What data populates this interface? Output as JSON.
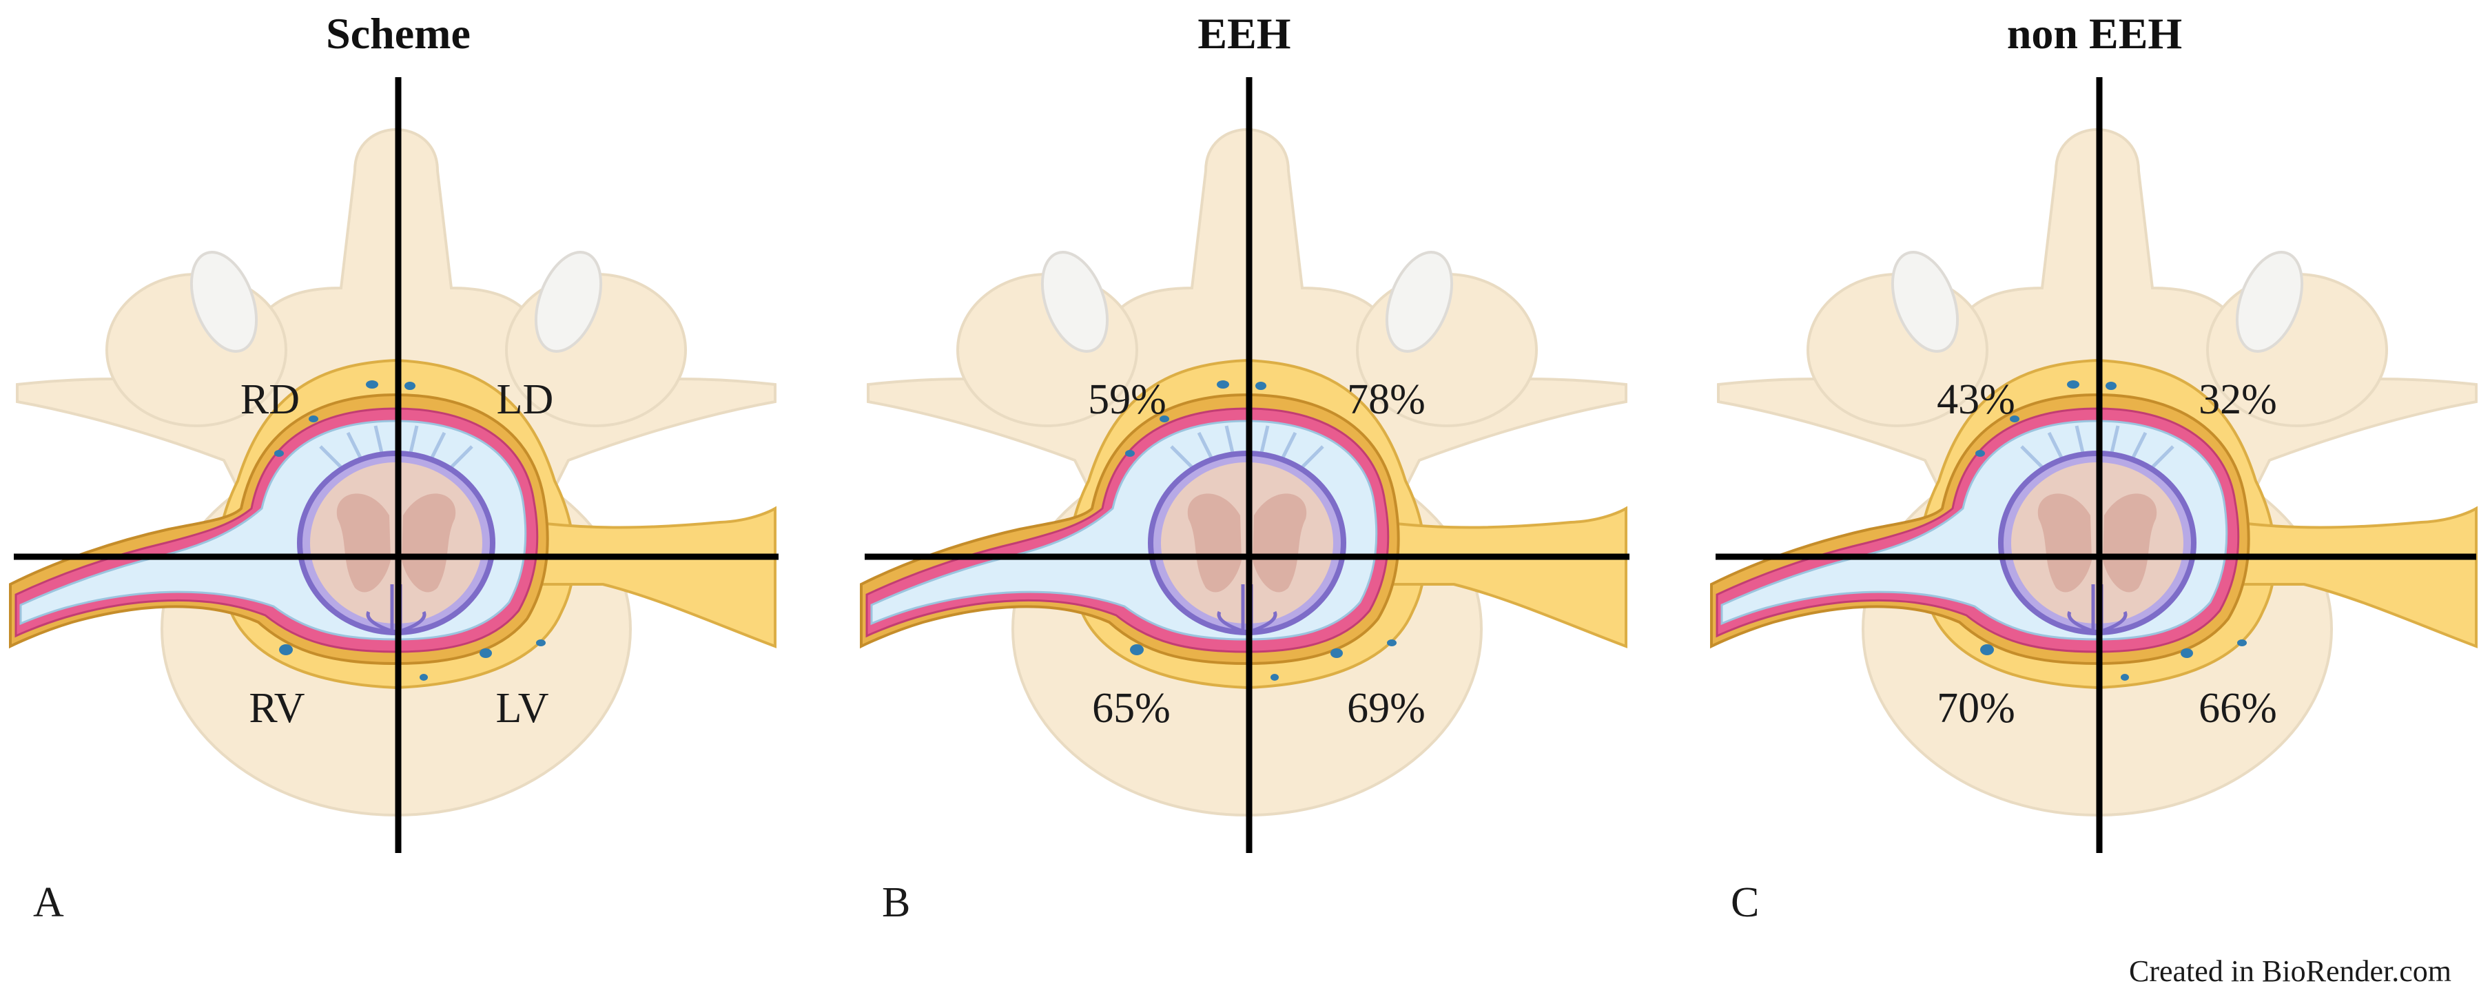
{
  "panels": [
    {
      "title": "Scheme",
      "letter": "A",
      "quadrants": {
        "right_dorsal": "RD",
        "left_dorsal": "LD",
        "right_ventral": "RV",
        "left_ventral": "LV"
      }
    },
    {
      "title": "EEH",
      "letter": "B",
      "quadrants": {
        "right_dorsal": "59%",
        "left_dorsal": "78%",
        "right_ventral": "65%",
        "left_ventral": "69%"
      }
    },
    {
      "title": "non EEH",
      "letter": "C",
      "quadrants": {
        "right_dorsal": "43%",
        "left_dorsal": "32%",
        "right_ventral": "70%",
        "left_ventral": "66%"
      }
    }
  ],
  "credit": "Created in  BioRender.com",
  "colors": {
    "bone": "#f8ead2",
    "bone_stroke": "#e7d6b8",
    "fat": "#fbd77a",
    "fat_stroke": "#d9a838",
    "dura": "#e85c8f",
    "csf": "#dbeefa",
    "cord_ring": "#8f7ed6",
    "cord": "#e9cdc1",
    "vessel": "#2f7bb0",
    "axis": "#000000"
  },
  "icons": {
    "anatomy": "lumbar-vertebra-cross-section"
  }
}
